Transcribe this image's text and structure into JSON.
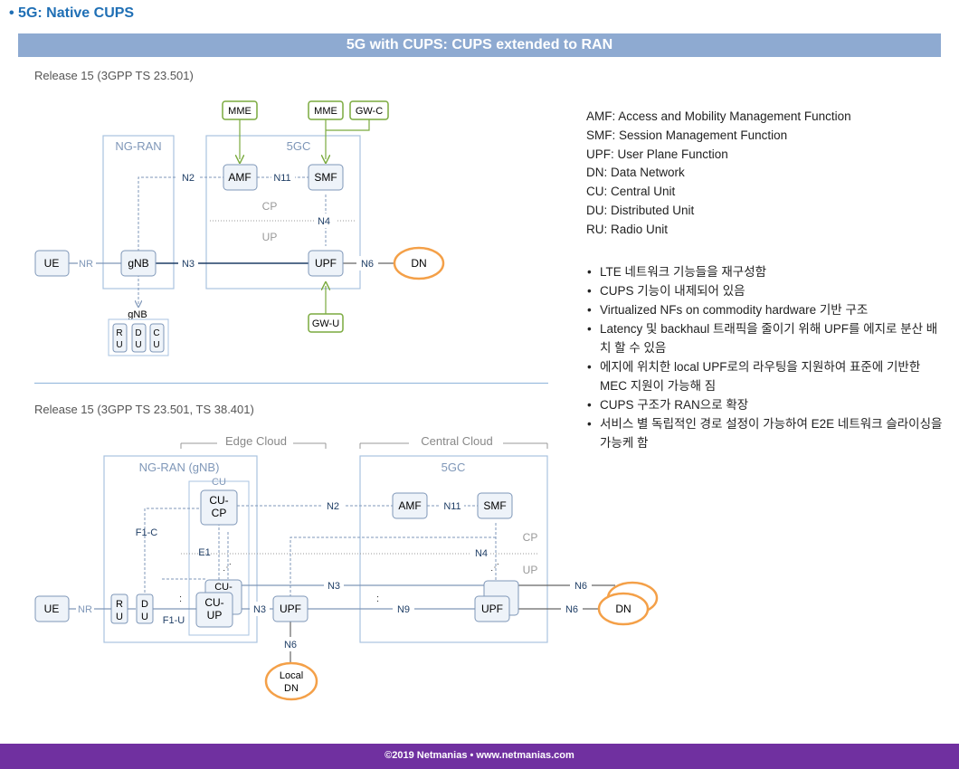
{
  "header": {
    "title": "• 5G: Native CUPS"
  },
  "banner": {
    "title": "5G with CUPS: CUPS extended to RAN"
  },
  "release1": "Release 15 (3GPP TS 23.501)",
  "release2": "Release 15 (3GPP TS 23.501, TS 38.401)",
  "definitions": [
    "AMF: Access and Mobility Management Function",
    "SMF: Session Management Function",
    "UPF: User Plane Function",
    "DN: Data Network",
    "CU: Central Unit",
    "DU: Distributed Unit",
    "RU: Radio Unit"
  ],
  "bullets": [
    "LTE 네트워크 기능들을 재구성함",
    "CUPS 기능이 내제되어 있음",
    "Virtualized NFs on commodity hardware 기반 구조",
    "Latency 및 backhaul 트래픽을 줄이기 위해 UPF를 에지로 분산 배치 할 수 있음",
    "에지에 위치한 local UPF로의 라우팅을 지원하여 표준에 기반한 MEC 지원이 가능해 짐",
    "CUPS 구조가 RAN으로 확장",
    "서비스 별 독립적인 경로 설정이 가능하여 E2E 네트워크 슬라이싱을 가능케 함"
  ],
  "top_diagram": {
    "ng_ran_label": "NG-RAN",
    "fivegc_label": "5GC",
    "ue": "UE",
    "gnb": "gNB",
    "amf": "AMF",
    "smf": "SMF",
    "upf": "UPF",
    "dn": "DN",
    "mme1": "MME",
    "mme2": "MME",
    "gwc": "GW-C",
    "gwu": "GW-U",
    "gnb_split_title": "gNB",
    "ru_top": "R",
    "ru_bot": "U",
    "du_top": "D",
    "du_bot": "U",
    "cu_top": "C",
    "cu_bot": "U",
    "nr": "NR",
    "n2": "N2",
    "n3": "N3",
    "n4": "N4",
    "n6": "N6",
    "n11": "N11",
    "cp": "CP",
    "up": "UP"
  },
  "bottom_diagram": {
    "edge_cloud": "Edge Cloud",
    "central_cloud": "Central Cloud",
    "ng_ran_gnb": "NG-RAN (gNB)",
    "cu_group": "CU",
    "fivegc_label": "5GC",
    "ue": "UE",
    "ru_top": "R",
    "ru_bot": "U",
    "du_top": "D",
    "du_bot": "U",
    "cucp_top": "CU-",
    "cucp_bot": "CP",
    "cuup_back": "CU-",
    "cuup_top": "CU-",
    "cuup_bot": "UP",
    "upf_edge": "UPF",
    "upf_central": "UPF",
    "amf": "AMF",
    "smf": "SMF",
    "dn": "DN",
    "local_dn_top": "Local",
    "local_dn_bot": "DN",
    "nr": "NR",
    "f1c": "F1-C",
    "f1u": "F1-U",
    "e1": "E1",
    "n2": "N2",
    "n3a": "N3",
    "n3b": "N3",
    "n4": "N4",
    "n6a": "N6",
    "n6b": "N6",
    "n6c": "N6",
    "n9": "N9",
    "n11": "N11",
    "cp": "CP",
    "up": "UP"
  },
  "footer": {
    "text": "©2019 Netmanias • www.netmanias.com"
  },
  "colors": {
    "banner": "#8eaad1",
    "footer": "#7030a0",
    "title": "#1f6fb5",
    "box_border": "#a9c3e0",
    "green": "#7aaa3e",
    "orange": "#f4a048",
    "line": "#1f3e66"
  }
}
